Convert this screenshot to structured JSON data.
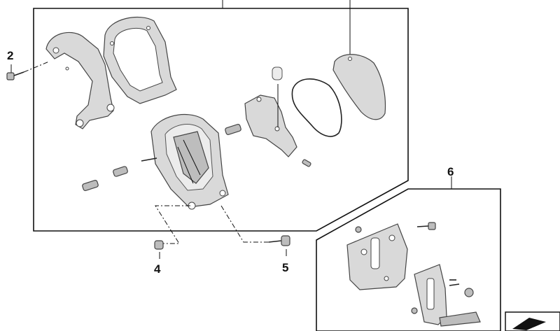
{
  "callouts": {
    "c2": "2",
    "c4": "4",
    "c5": "5",
    "c6": "6"
  },
  "colors": {
    "line": "#111111",
    "part_fill": "#d9d9d9",
    "part_dark": "#bdbdbd",
    "background": "#ffffff"
  },
  "icons": {
    "corner_symbol": "arrow-icon"
  }
}
